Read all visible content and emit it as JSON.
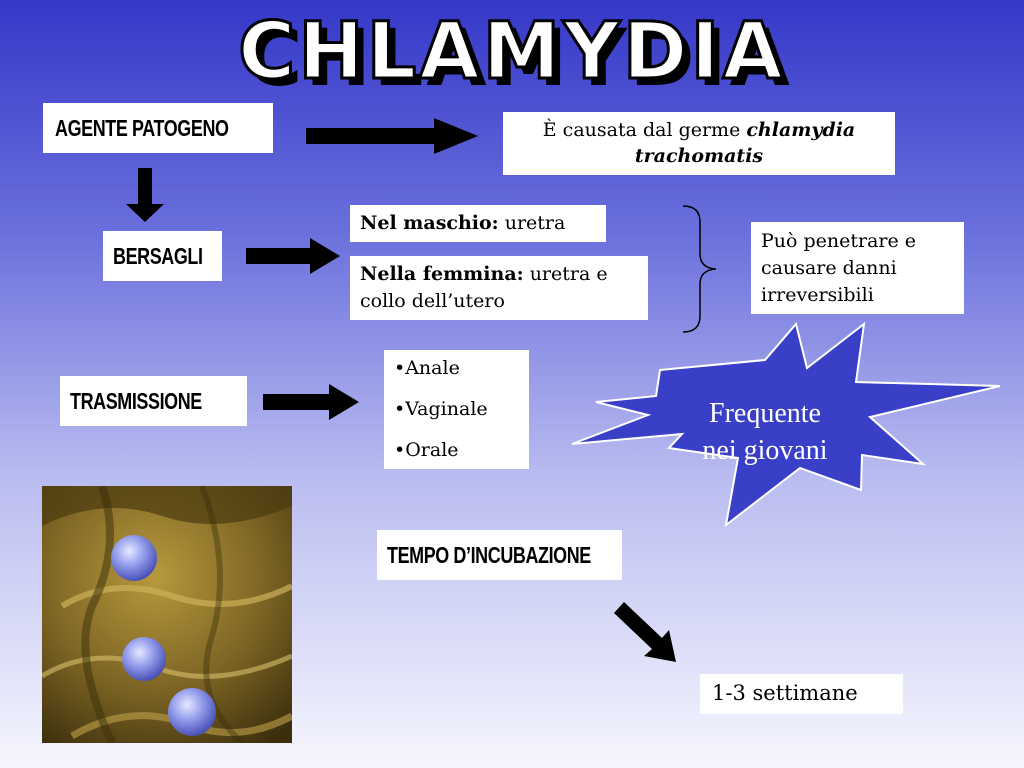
{
  "title": "CHLAMYDIA",
  "agente": {
    "label": "AGENTE PATOGENO",
    "desc_prefix": "È causata dal germe ",
    "desc_bold": "chlamydia trachomatis"
  },
  "bersagli": {
    "label": "BERSAGLI",
    "maschio_bold": "Nel maschio:",
    "maschio_text": " uretra",
    "femmina_bold": "Nella femmina:",
    "femmina_text": " uretra e collo dell’utero",
    "danni": "Può penetrare e causare danni irreversibili"
  },
  "trasmissione": {
    "label": "TRASMISSIONE",
    "items": [
      "•Anale",
      "•Vaginale",
      "•Orale"
    ]
  },
  "starburst": {
    "line1": "Frequente",
    "line2": "nei giovani",
    "fill": "#3a3fc8"
  },
  "incubazione": {
    "label": "TEMPO D’INCUBAZIONE",
    "value": "1-3 settimane"
  },
  "photo": {
    "name": "micrografia chlamydia"
  }
}
